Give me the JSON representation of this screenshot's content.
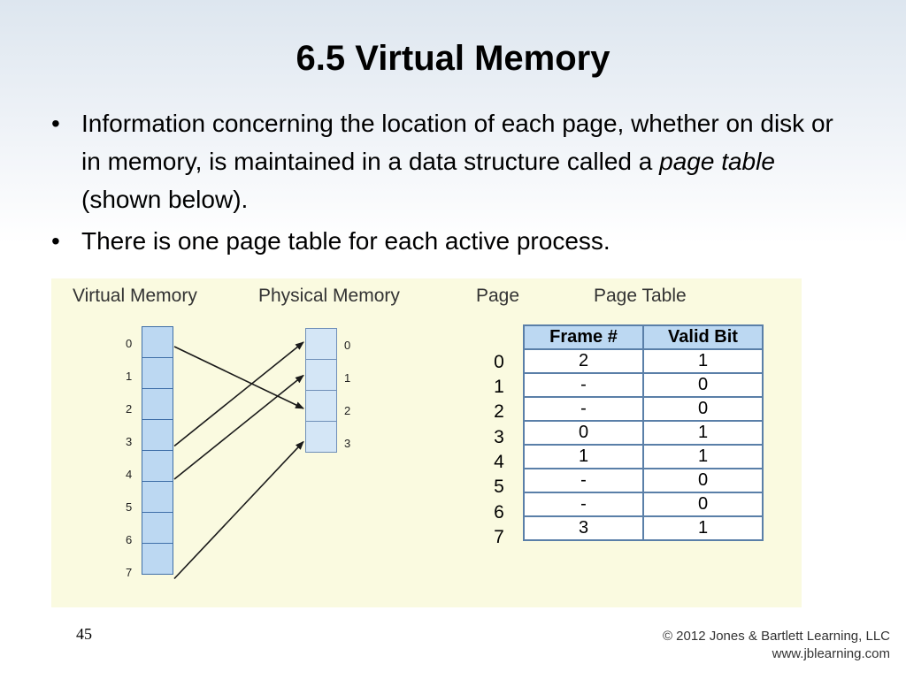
{
  "slide": {
    "title": "6.5 Virtual Memory",
    "bullets": [
      {
        "pre": "Information concerning the location of each page, whether on disk or in memory, is maintained in a data structure called a ",
        "emph": "page table",
        "post": " (shown below)."
      },
      {
        "text": "There is one page table for each active process."
      }
    ],
    "slide_number": "45",
    "copyright_line1": "© 2012 Jones & Bartlett Learning, LLC",
    "copyright_line2": "www.jblearning.com"
  },
  "figure": {
    "virtual_memory_label": "Virtual Memory",
    "physical_memory_label": "Physical Memory",
    "page_label": "Page",
    "page_table_label": "Page Table",
    "virtual_pages": [
      "0",
      "1",
      "2",
      "3",
      "4",
      "5",
      "6",
      "7"
    ],
    "physical_frames": [
      "0",
      "1",
      "2",
      "3"
    ],
    "mappings": [
      {
        "page": 0,
        "frame": 2
      },
      {
        "page": 3,
        "frame": 0
      },
      {
        "page": 4,
        "frame": 1
      },
      {
        "page": 7,
        "frame": 3
      }
    ],
    "table": {
      "columns": [
        "Frame #",
        "Valid Bit"
      ],
      "rows": [
        {
          "page": "0",
          "frame": "2",
          "valid": "1"
        },
        {
          "page": "1",
          "frame": "-",
          "valid": "0"
        },
        {
          "page": "2",
          "frame": "-",
          "valid": "0"
        },
        {
          "page": "3",
          "frame": "0",
          "valid": "1"
        },
        {
          "page": "4",
          "frame": "1",
          "valid": "1"
        },
        {
          "page": "5",
          "frame": "-",
          "valid": "0"
        },
        {
          "page": "6",
          "frame": "-",
          "valid": "0"
        },
        {
          "page": "7",
          "frame": "3",
          "valid": "1"
        }
      ]
    }
  }
}
